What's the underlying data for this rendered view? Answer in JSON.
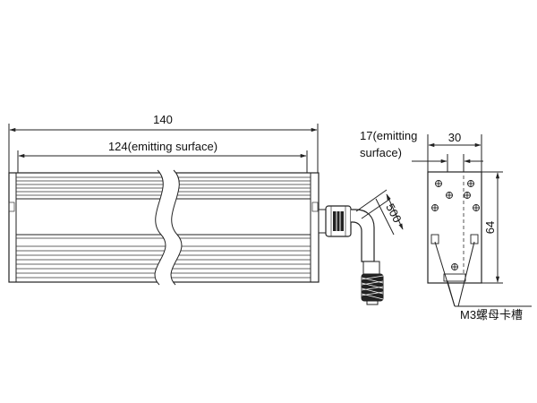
{
  "dimensions": {
    "overall_length": "140",
    "emitting_length": "124(emitting surface)",
    "cable_length": "500",
    "side_width": "30",
    "side_emitting_line1": "17(emitting",
    "side_emitting_line2": "surface)",
    "side_height": "64"
  },
  "annotations": {
    "slot_label": "M3螺母卡槽"
  }
}
